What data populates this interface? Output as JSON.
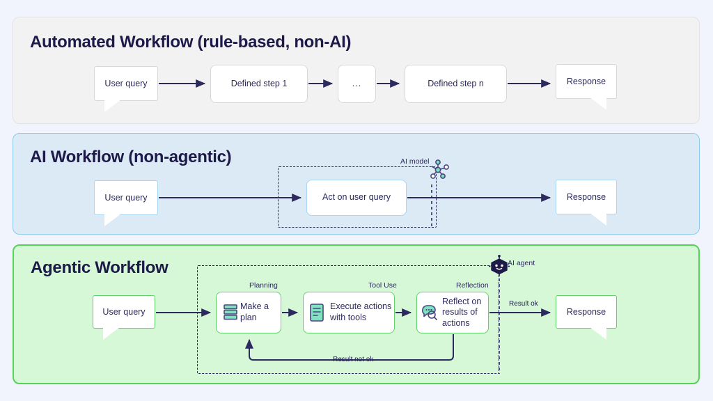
{
  "page": {
    "background": "#f1f4fd",
    "arrow_color": "#2c2a5e"
  },
  "sections": [
    {
      "id": "automated",
      "title": "Automated Workflow (rule-based, non-AI)",
      "background": "#f2f2f2",
      "border": "#e2e2e2",
      "nodes": [
        {
          "name": "user-query",
          "label": "User query",
          "type": "bubble"
        },
        {
          "name": "defined-step-1",
          "label": "Defined step 1",
          "type": "box"
        },
        {
          "name": "ellipsis-step",
          "label": "...",
          "type": "box"
        },
        {
          "name": "defined-step-n",
          "label": "Defined step n",
          "type": "box"
        },
        {
          "name": "response",
          "label": "Response",
          "type": "bubble"
        }
      ]
    },
    {
      "id": "ai",
      "title": "AI Workflow (non-agentic)",
      "background": "#dceaf5",
      "border": "#8fc9ee",
      "nodes": [
        {
          "name": "user-query",
          "label": "User query",
          "type": "bubble"
        },
        {
          "name": "act-on-user-query",
          "label": "Act on user query",
          "type": "box"
        },
        {
          "name": "response",
          "label": "Response",
          "type": "bubble"
        }
      ],
      "annotations": [
        {
          "name": "ai-model-label",
          "label": "AI model",
          "icon": "ai-model-network-icon"
        }
      ]
    },
    {
      "id": "agentic",
      "title": "Agentic Workflow",
      "background": "#d6f8d6",
      "border": "#55d355",
      "nodes": [
        {
          "name": "user-query",
          "label": "User query",
          "type": "bubble"
        },
        {
          "name": "make-a-plan",
          "label": "Make a plan",
          "caption": "Planning",
          "icon": "stacked-layers-icon"
        },
        {
          "name": "execute-actions-with-tools",
          "label": "Execute actions with tools",
          "caption": "Tool Use",
          "icon": "document-list-icon"
        },
        {
          "name": "reflect-on-results-of-actions",
          "label": "Reflect on results of actions",
          "caption": "Reflection",
          "icon": "speech-bubble-search-icon"
        },
        {
          "name": "response",
          "label": "Response",
          "type": "bubble"
        }
      ],
      "annotations": [
        {
          "name": "ai-agent-label",
          "label": "AI agent",
          "icon": "ai-agent-hexagon-icon"
        }
      ],
      "edge_labels": [
        {
          "name": "result-ok-label",
          "label": "Result ok"
        },
        {
          "name": "result-not-ok-label",
          "label": "Result not ok"
        }
      ]
    }
  ],
  "icon_colors": {
    "teal_fill": "#7fe3c0",
    "icon_stroke": "#4a4580",
    "node_green": "#5fd06a",
    "agent_dark": "#1d1a49"
  }
}
